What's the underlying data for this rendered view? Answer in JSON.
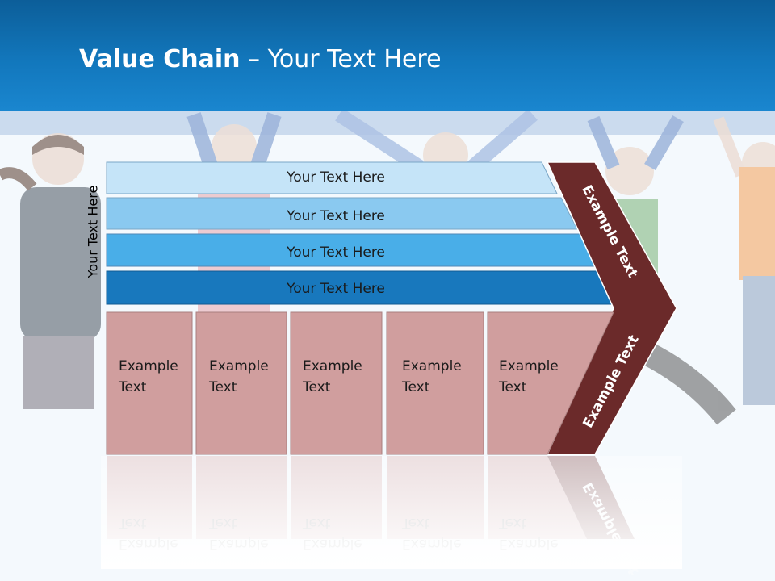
{
  "header": {
    "title_bold": "Value Chain",
    "title_rest": " – Your Text Here"
  },
  "side_label": "Your Text Here",
  "support_bars": [
    {
      "label": "Your Text Here",
      "color": "#c5e4f8"
    },
    {
      "label": "Your Text Here",
      "color": "#8ac9f0"
    },
    {
      "label": "Your Text Here",
      "color": "#49aee8"
    },
    {
      "label": "Your Text Here",
      "color": "#1878bd"
    }
  ],
  "primary_blocks": [
    {
      "line1": "Example",
      "line2": "Text"
    },
    {
      "line1": "Example",
      "line2": "Text"
    },
    {
      "line1": "Example",
      "line2": "Text"
    },
    {
      "line1": "Example",
      "line2": "Text"
    },
    {
      "line1": "Example",
      "line2": "Text"
    }
  ],
  "margin_arrow": {
    "upper_label": "Example Text",
    "lower_label": "Example Text",
    "color": "#6b2a2a"
  },
  "colors": {
    "header": "#1277bc",
    "stripe": "#b5cbe6",
    "block_fill": "#d09e9e"
  }
}
